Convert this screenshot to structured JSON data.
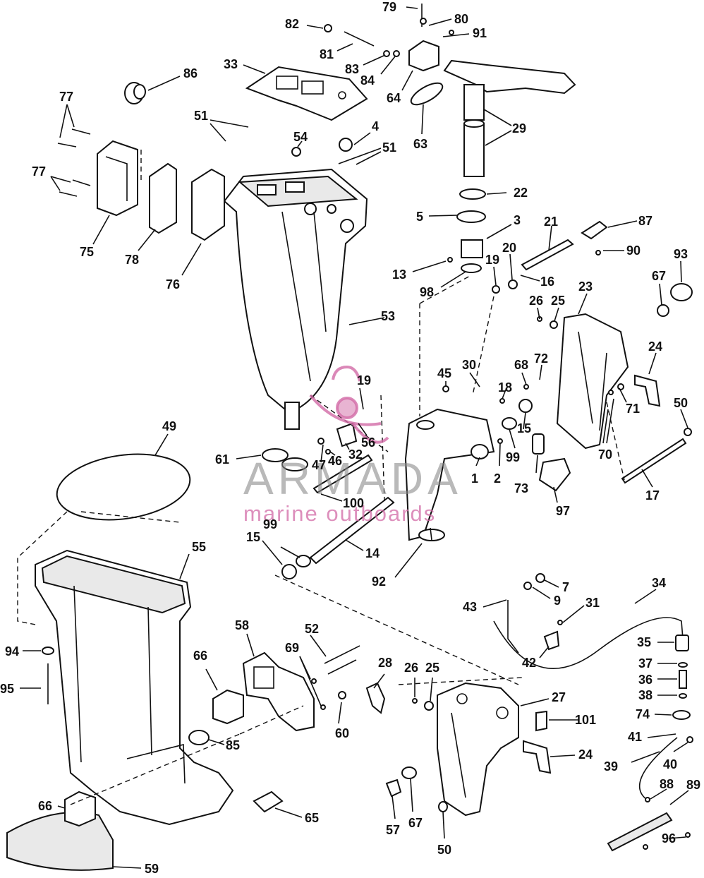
{
  "watermark": {
    "brand": "ARMADA",
    "tagline": "marine outboards",
    "accent_color": "#d26aa6"
  },
  "callouts": {
    "c1": "1",
    "c2": "2",
    "c3": "3",
    "c4": "4",
    "c5": "5",
    "c7": "7",
    "c9": "9",
    "c13": "13",
    "c14": "14",
    "c15a": "15",
    "c15b": "15",
    "c16": "16",
    "c17": "17",
    "c18": "18",
    "c19a": "19",
    "c19b": "19",
    "c20": "20",
    "c21": "21",
    "c22": "22",
    "c23": "23",
    "c24a": "24",
    "c24b": "24",
    "c25a": "25",
    "c25b": "25",
    "c26a": "26",
    "c26b": "26",
    "c27": "27",
    "c28": "28",
    "c29": "29",
    "c30": "30",
    "c31": "31",
    "c32": "32",
    "c33": "33",
    "c34": "34",
    "c35": "35",
    "c36": "36",
    "c37": "37",
    "c38": "38",
    "c39": "39",
    "c40": "40",
    "c41": "41",
    "c42": "42",
    "c43": "43",
    "c45": "45",
    "c46": "46",
    "c47": "47",
    "c49": "49",
    "c50a": "50",
    "c50b": "50",
    "c51a": "51",
    "c51b": "51",
    "c52": "52",
    "c53": "53",
    "c54": "54",
    "c55": "55",
    "c56": "56",
    "c57": "57",
    "c58": "58",
    "c59": "59",
    "c60": "60",
    "c61": "61",
    "c63": "63",
    "c64": "64",
    "c65": "65",
    "c66a": "66",
    "c66b": "66",
    "c67a": "67",
    "c67b": "67",
    "c68": "68",
    "c69": "69",
    "c70": "70",
    "c71": "71",
    "c72": "72",
    "c73": "73",
    "c74": "74",
    "c75": "75",
    "c76": "76",
    "c77a": "77",
    "c77b": "77",
    "c78": "78",
    "c79": "79",
    "c80": "80",
    "c81": "81",
    "c82": "82",
    "c83": "83",
    "c84": "84",
    "c85": "85",
    "c86": "86",
    "c87": "87",
    "c88": "88",
    "c89": "89",
    "c90": "90",
    "c91": "91",
    "c92": "92",
    "c93": "93",
    "c94": "94",
    "c95": "95",
    "c96": "96",
    "c97": "97",
    "c98": "98",
    "c99a": "99",
    "c99b": "99",
    "c100": "100",
    "c101": "101"
  }
}
